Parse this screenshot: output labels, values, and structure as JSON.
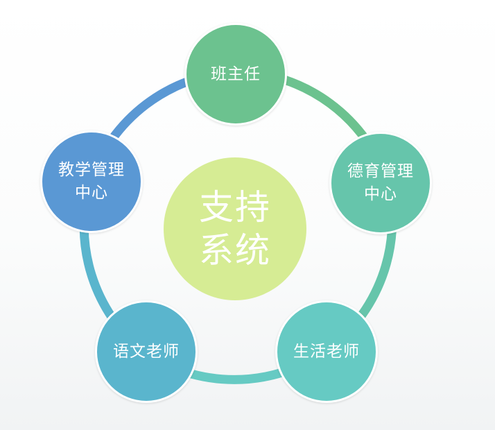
{
  "diagram": {
    "center": {
      "label": "支持系统",
      "color": "#d6ec94"
    },
    "nodes": [
      {
        "id": "top",
        "label": "班主任",
        "color": "#6cc28f"
      },
      {
        "id": "right",
        "label": "德育管理中心",
        "color": "#66c5ab"
      },
      {
        "id": "bottom-right",
        "label": "生活老师",
        "color": "#66cac3"
      },
      {
        "id": "bottom-left",
        "label": "语文老师",
        "color": "#5ab5cd"
      },
      {
        "id": "left",
        "label": "教学管理中心",
        "color": "#5a98d4"
      }
    ],
    "ring_colors": [
      "#6cc28f",
      "#66c5ab",
      "#66cac3",
      "#5ab5cd",
      "#5a98d4"
    ]
  }
}
